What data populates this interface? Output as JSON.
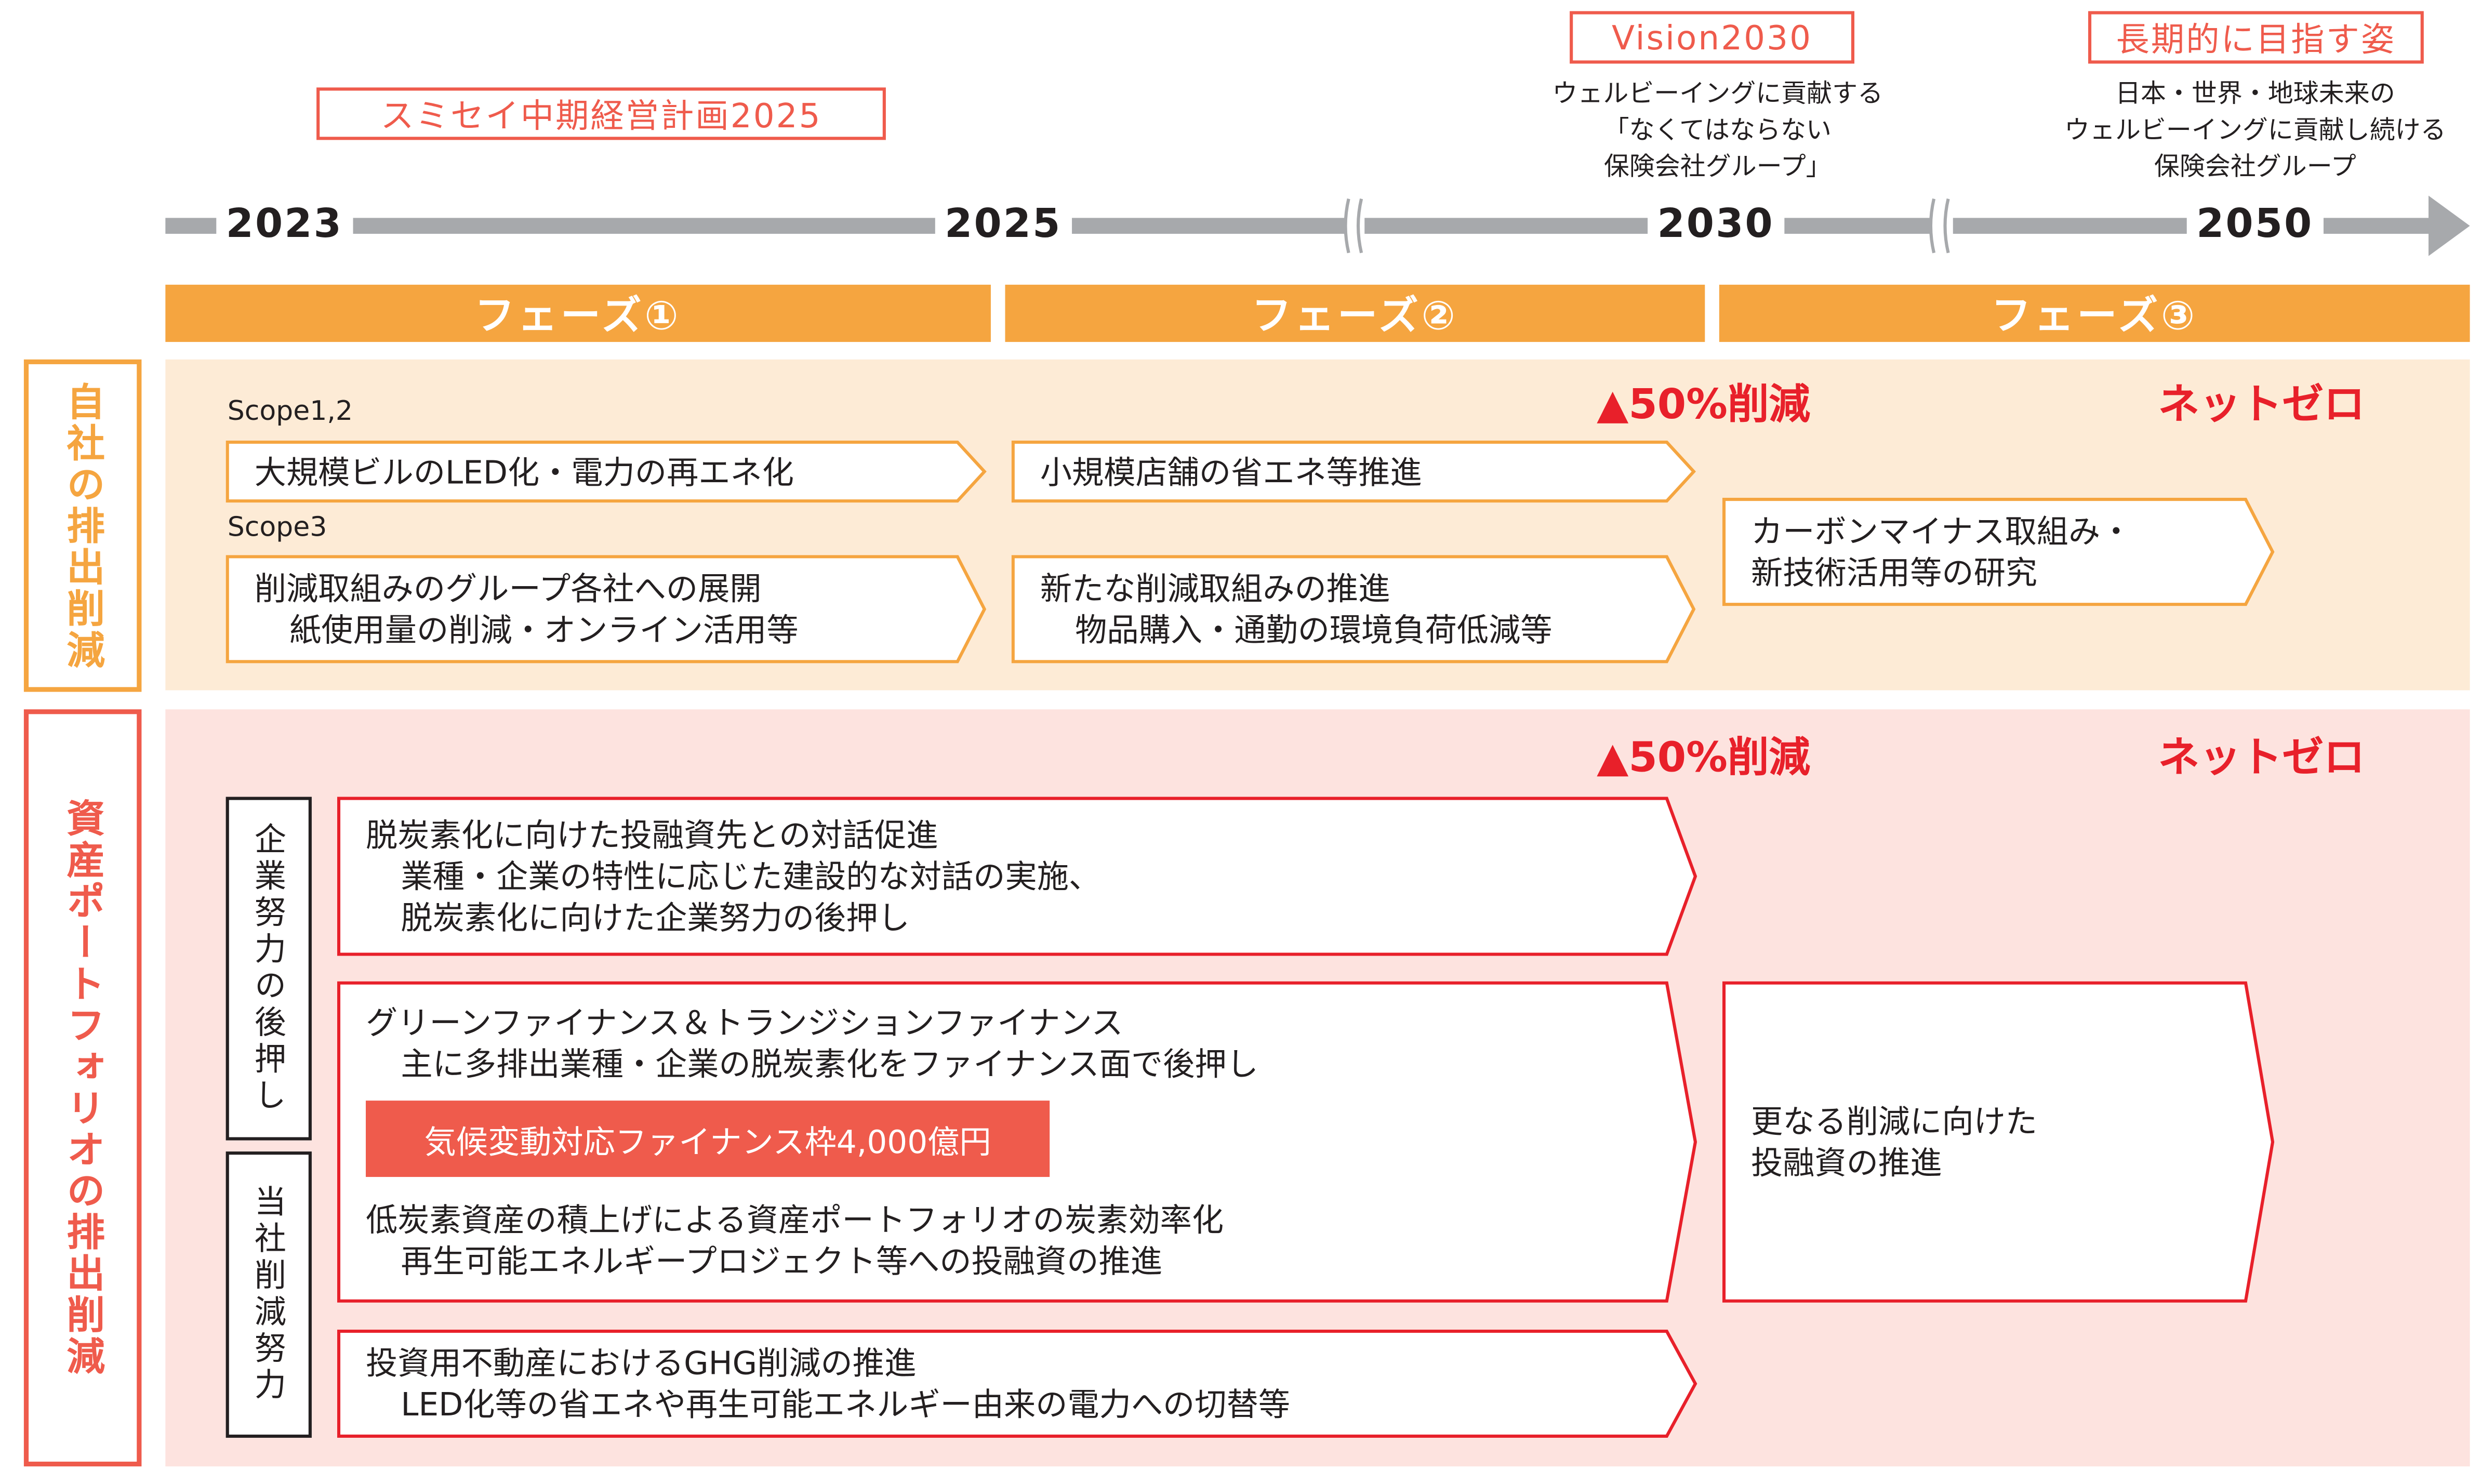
{
  "header": {
    "plan_label": "スミセイ中期経営計画2025",
    "vision_label": "Vision2030",
    "vision_text": [
      "ウェルビーイングに貢献する",
      "「なくてはならない",
      "保険会社グループ」"
    ],
    "longterm_label": "長期的に目指す姿",
    "longterm_text": [
      "日本・世界・地球未来の",
      "ウェルビーイングに貢献し続ける",
      "保険会社グループ"
    ]
  },
  "timeline": {
    "years": [
      "2023",
      "2025",
      "2030",
      "2050"
    ]
  },
  "phases": [
    "フェーズ①",
    "フェーズ②",
    "フェーズ③"
  ],
  "colors": {
    "phase": "#f5a540",
    "own_bg": "#fdebd6",
    "asset_bg": "#fde3df",
    "accent_red": "#ef5b4c",
    "target_red": "#e8202a"
  },
  "own": {
    "label": "自社の排出削減",
    "target_2030": "▲50%削減",
    "target_2050": "ネットゼロ",
    "scope12": "Scope1,2",
    "scope3": "Scope3",
    "s12_phase1": "大規模ビルのLED化・電力の再エネ化",
    "s12_phase2": "小規模店舗の省エネ等推進",
    "s3_phase1": [
      "削減取組みのグループ各社への展開",
      "紙使用量の削減・オンライン活用等"
    ],
    "s3_phase2": [
      "新たな削減取組みの推進",
      "物品購入・通勤の環境負荷低減等"
    ],
    "phase3": [
      "カーボンマイナス取組み・",
      "新技術活用等の研究"
    ]
  },
  "asset": {
    "label": "資産ポートフォリオの排出削減",
    "target_2030": "▲50%削減",
    "target_2050": "ネットゼロ",
    "sub1": "企業努力の後押し",
    "sub2": "当社削減努力",
    "engagement": [
      "脱炭素化に向けた投融資先との対話促進",
      "業種・企業の特性に応じた建設的な対話の実施、",
      "脱炭素化に向けた企業努力の後押し"
    ],
    "finance": [
      "グリーンファイナンス＆トランジションファイナンス",
      "主に多排出業種・企業の脱炭素化をファイナンス面で後押し"
    ],
    "finance_badge": "気候変動対応ファイナンス枠4,000億円",
    "lowcarbon": [
      "低炭素資産の積上げによる資産ポートフォリオの炭素効率化",
      "再生可能エネルギープロジェクト等への投融資の推進"
    ],
    "realestate": [
      "投資用不動産におけるGHG削減の推進",
      "LED化等の省エネや再生可能エネルギー由来の電力への切替等"
    ],
    "phase3": [
      "更なる削減に向けた",
      "投融資の推進"
    ]
  }
}
